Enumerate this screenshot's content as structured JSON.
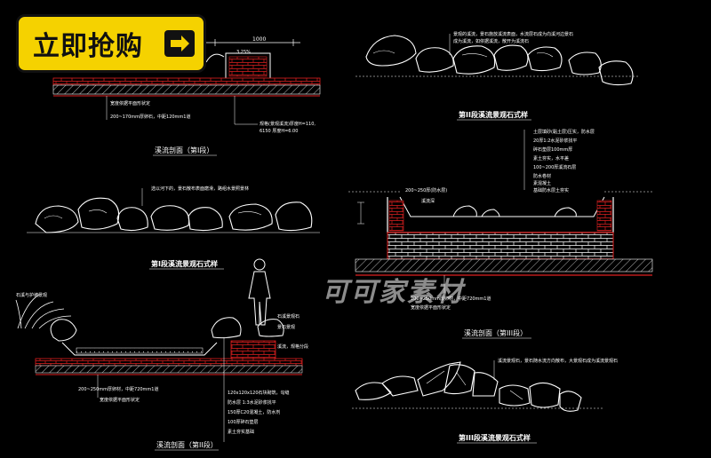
{
  "buy_button": {
    "label": "立即抢购"
  },
  "watermark": "可可家素材",
  "titles": {
    "section_I": "溪流剖面（第I段）",
    "stones_I": "第I段溪流景观石式样",
    "section_II": "溪流剖面（第II段）",
    "stones_II": "第II段溪流景观石式样",
    "section_III": "溪流剖面（第III段）",
    "stones_III": "第III段溪流景观石式样"
  },
  "dims": {
    "top_width": "1000",
    "top_pct": "3.25%"
  },
  "notes": {
    "s1_a": "宽度依据平面形状定",
    "s1_b": "200~170mm厚卵石，中距120mm1道",
    "s1_c": "规格(景观溪流)厚度H=110,",
    "s1_d": "6150  厚度H=6.00",
    "st1": "选以河下的，景石散布表面磨滑，路组水景照景林",
    "st2_a": "景观的溪流，景石施放溪流表面，水流层石成为向溪河边景石",
    "st2_b": "成为溪流，如依据溪流，散开为溪流石",
    "s2_stone": "石溪与护坡景观",
    "s2_a": "200~250mm厚卵材，中距720mm1道",
    "s2_b": "宽度依据平面形状定",
    "s2_r1": "石溪景观石",
    "s2_r2": "景石景观",
    "s2_r3": "溪流，规格分段",
    "s2_l1": "120x120x120石块砌筑，勾缝",
    "s2_l2": "防水层 1:3水泥砂浆找平",
    "s2_l3": "150厚C20混凝土，防水剂",
    "s2_l4": "100厚碎石垫层",
    "s2_l5": "素土夯实基础",
    "s3_l1": "土层填砂(黏土层)压实，防水层",
    "s3_l2": "20厚1:2水泥砂浆找平",
    "s3_l3": "碎石垫层100mm厚",
    "s3_l4": "素土夯实，水平差",
    "s3_l5": "100~200厚溪流石层",
    "s3_l6": "防水卷材",
    "s3_l7": "素混凝土",
    "s3_l8": "基础防水层土夯实",
    "s3_d1": "200~250厚(防水层)",
    "s3_d2": "溪流深",
    "s3_b1": "200~250mm厚卵材，中距720mm1道",
    "s3_b2": "宽度依据平面形状定",
    "st3": "溪流景观石，景石随水流方向散布，大景观石成为溪流景观石"
  },
  "colors": {
    "line": "#ffffff",
    "red": "#e02020",
    "cyan": "#00c8d8",
    "bg": "#000000",
    "button": "#f5d200"
  }
}
